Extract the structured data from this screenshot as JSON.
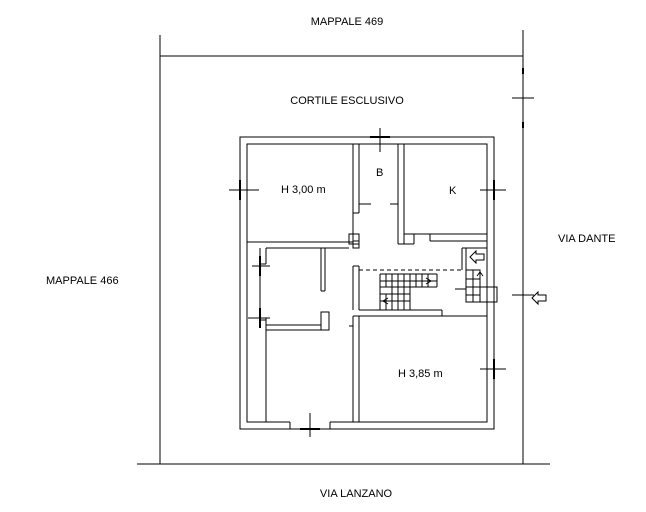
{
  "labels": {
    "north_parcel": "MAPPALE 469",
    "west_parcel": "MAPPALE 466",
    "courtyard": "CORTILE ESCLUSIVO",
    "east_street": "VIA DANTE",
    "south_street": "VIA LANZANO",
    "room_nw_height": "H 3,00 m",
    "room_bath": "B",
    "room_kitchen": "K",
    "room_se_height": "H 3,85 m"
  },
  "colors": {
    "line": "#000000",
    "background": "#ffffff"
  },
  "icons": {
    "entrance_arrow": "arrow-left-icon",
    "interior_arrow": "arrow-left-icon"
  }
}
